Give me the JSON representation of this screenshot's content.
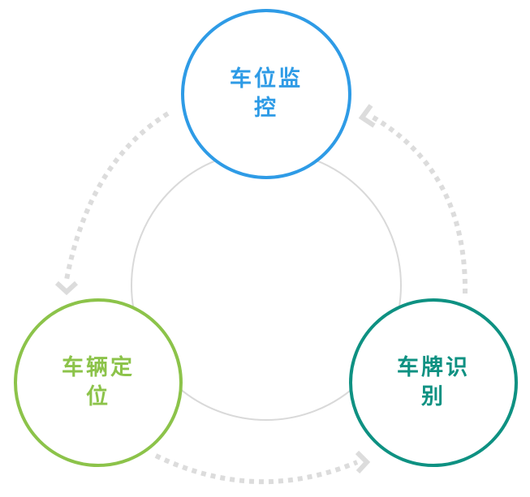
{
  "nodes": [
    {
      "id": "parking-monitor",
      "lines": [
        "车位监",
        "控"
      ],
      "color": "#2e9be6"
    },
    {
      "id": "plate-recognition",
      "lines": [
        "车牌识",
        "别"
      ],
      "color": "#0e9182"
    },
    {
      "id": "vehicle-location",
      "lines": [
        "车辆定",
        "位"
      ],
      "color": "#8cc34a"
    }
  ],
  "colors": {
    "center_ring": "#d9d9d9",
    "arrows": "#dcdcdc",
    "background": "#ffffff"
  }
}
